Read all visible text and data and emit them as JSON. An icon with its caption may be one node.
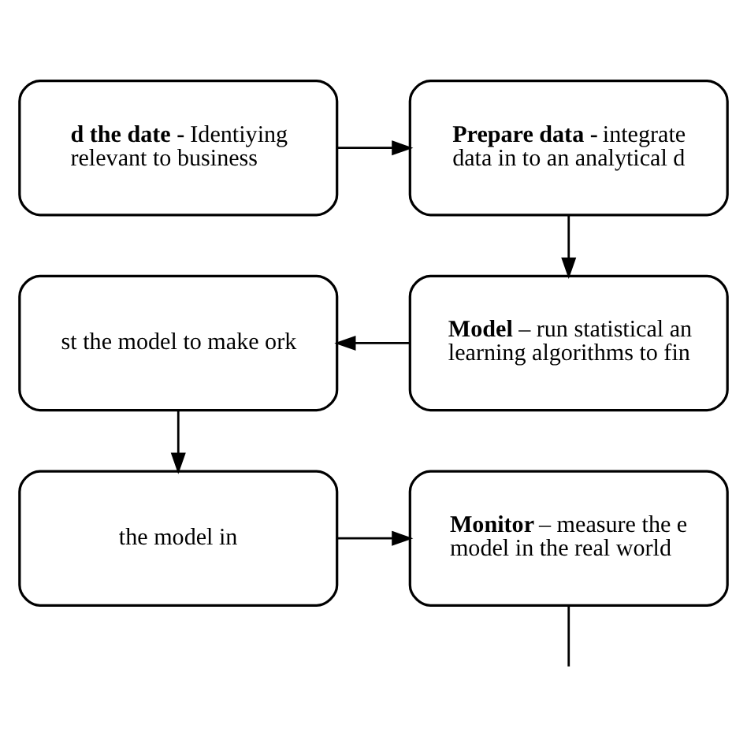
{
  "diagram": {
    "nodes": [
      {
        "text": [
          "**d the date -** Identiying relevant to business"
        ]
      },
      {
        "text": [
          "**Prepare data -** integrate data in to an analytical d"
        ]
      },
      {
        "text": [
          "**Model** – run statistical an learning algorithms to fin"
        ]
      },
      {
        "text": [
          "st the model to make ork"
        ]
      },
      {
        "text": [
          "the model in"
        ]
      },
      {
        "text": [
          "**Monitor** – measure the e model in the real world"
        ]
      }
    ],
    "edges": [
      {
        "from": 0,
        "to": 1,
        "arrow": "to"
      },
      {
        "from": 1,
        "to": 2,
        "arrow": "to"
      },
      {
        "from": 2,
        "to": 3,
        "arrow": "to"
      },
      {
        "from": 3,
        "to": 4,
        "arrow": "to"
      },
      {
        "from": 4,
        "to": 5,
        "arrow": "to"
      },
      {
        "from": 5,
        "to": null,
        "arrow": "none"
      }
    ]
  }
}
